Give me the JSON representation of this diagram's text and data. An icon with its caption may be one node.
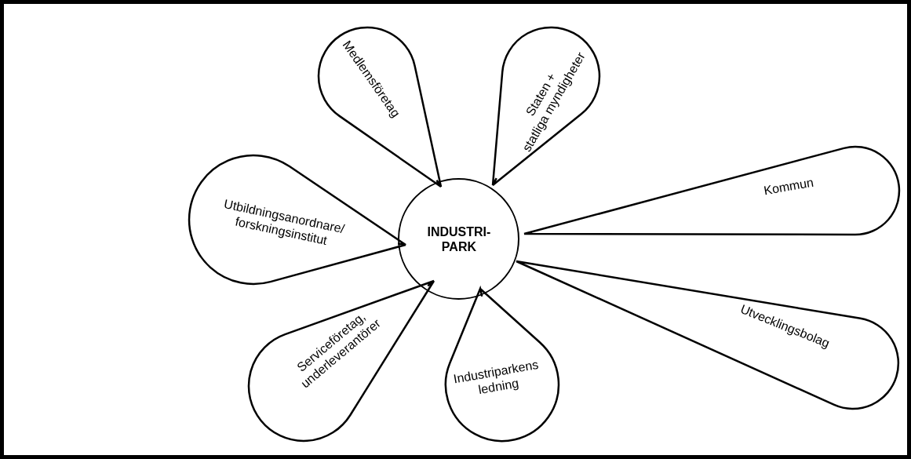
{
  "diagram": {
    "nodes": [
      {
        "text": [
          "INDUSTRI- PARK"
        ]
      },
      {
        "text": [
          "Medlemsföretag"
        ]
      },
      {
        "text": [
          "Staten + statliga myndigheter"
        ]
      },
      {
        "text": [
          "Kommun"
        ]
      },
      {
        "text": [
          "Utvecklingsbolag"
        ]
      },
      {
        "text": [
          "Industriparkens ledning"
        ]
      },
      {
        "text": [
          "Serviceföretag, underleverantörer"
        ]
      },
      {
        "text": [
          "Utbildningsanordnare/ forskningsinstitut"
        ]
      }
    ]
  }
}
